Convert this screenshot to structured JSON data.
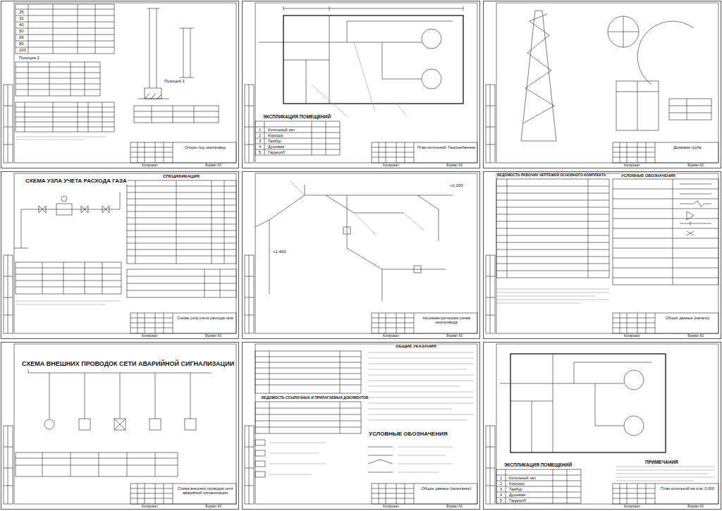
{
  "diagram": {
    "nodes": [
      {
        "text": [
          "Опоры под газопровод"
        ]
      },
      {
        "text": [
          "План котельной. Газоснабжение"
        ]
      },
      {
        "text": [
          "Дымовая труба"
        ]
      },
      {
        "text": [
          "Схема узла учета расхода газа"
        ]
      },
      {
        "text": [
          "Аксонометрическая схема газопровода"
        ]
      },
      {
        "text": [
          "Общие данные (начало)"
        ]
      },
      {
        "text": [
          "Схема внешних проводок сети аварийной сигнализации"
        ]
      },
      {
        "text": [
          "Общие данные (окончание)"
        ]
      },
      {
        "text": [
          "План котельной на отм. 0,000"
        ]
      }
    ],
    "labels": [
      "25",
      "32",
      "40",
      "50",
      "65",
      "80",
      "100",
      "Позиция 2",
      "Позиция 1",
      "ЭКСПЛИКАЦИЯ ПОМЕЩЕНИЙ",
      "1",
      "2",
      "3",
      "4",
      "5",
      "Котельный зал",
      "Коридор",
      "Тамбур",
      "Душевая",
      "Гардероб",
      "СХЕМА УЗЛА УЧЕТА РАСХОДА ГАЗА",
      "СПЕЦИФИКАЦИЯ",
      "+2,200",
      "+1,400",
      "ВЕДОМОСТЬ РАБОЧИХ ЧЕРТЕЖЕЙ ОСНОВНОГО КОМПЛЕКТА",
      "УСЛОВНЫЕ ОБОЗНАЧЕНИЯ",
      "СХЕМА ВНЕШНИХ ПРОВОДОК СЕТИ АВАРИЙНОЙ СИГНАЛИЗАЦИИ",
      "ОБЩИЕ УКАЗАНИЯ",
      "ВЕДОМОСТЬ ССЫЛОЧНЫХ И ПРИЛАГАЕМЫХ ДОКУМЕНТОВ",
      "УСЛОВНЫЕ ОБОЗНАЧЕНИЯ",
      "ЭКСПЛИКАЦИЯ ПОМЕЩЕНИЙ",
      "ПРИМЕЧАНИЯ",
      "1",
      "2",
      "3",
      "4",
      "5",
      "Котельный зал",
      "Коридор",
      "Тамбур",
      "Душевая",
      "Гардероб",
      "Формат А3",
      "Формат А3",
      "Формат А3",
      "Формат А3",
      "Формат А3",
      "Формат А3",
      "Формат А3",
      "Формат А3",
      "Формат А3",
      "Копировал",
      "Копировал",
      "Копировал",
      "Копировал",
      "Копировал",
      "Копировал",
      "Копировал",
      "Копировал",
      "Копировал"
    ]
  }
}
